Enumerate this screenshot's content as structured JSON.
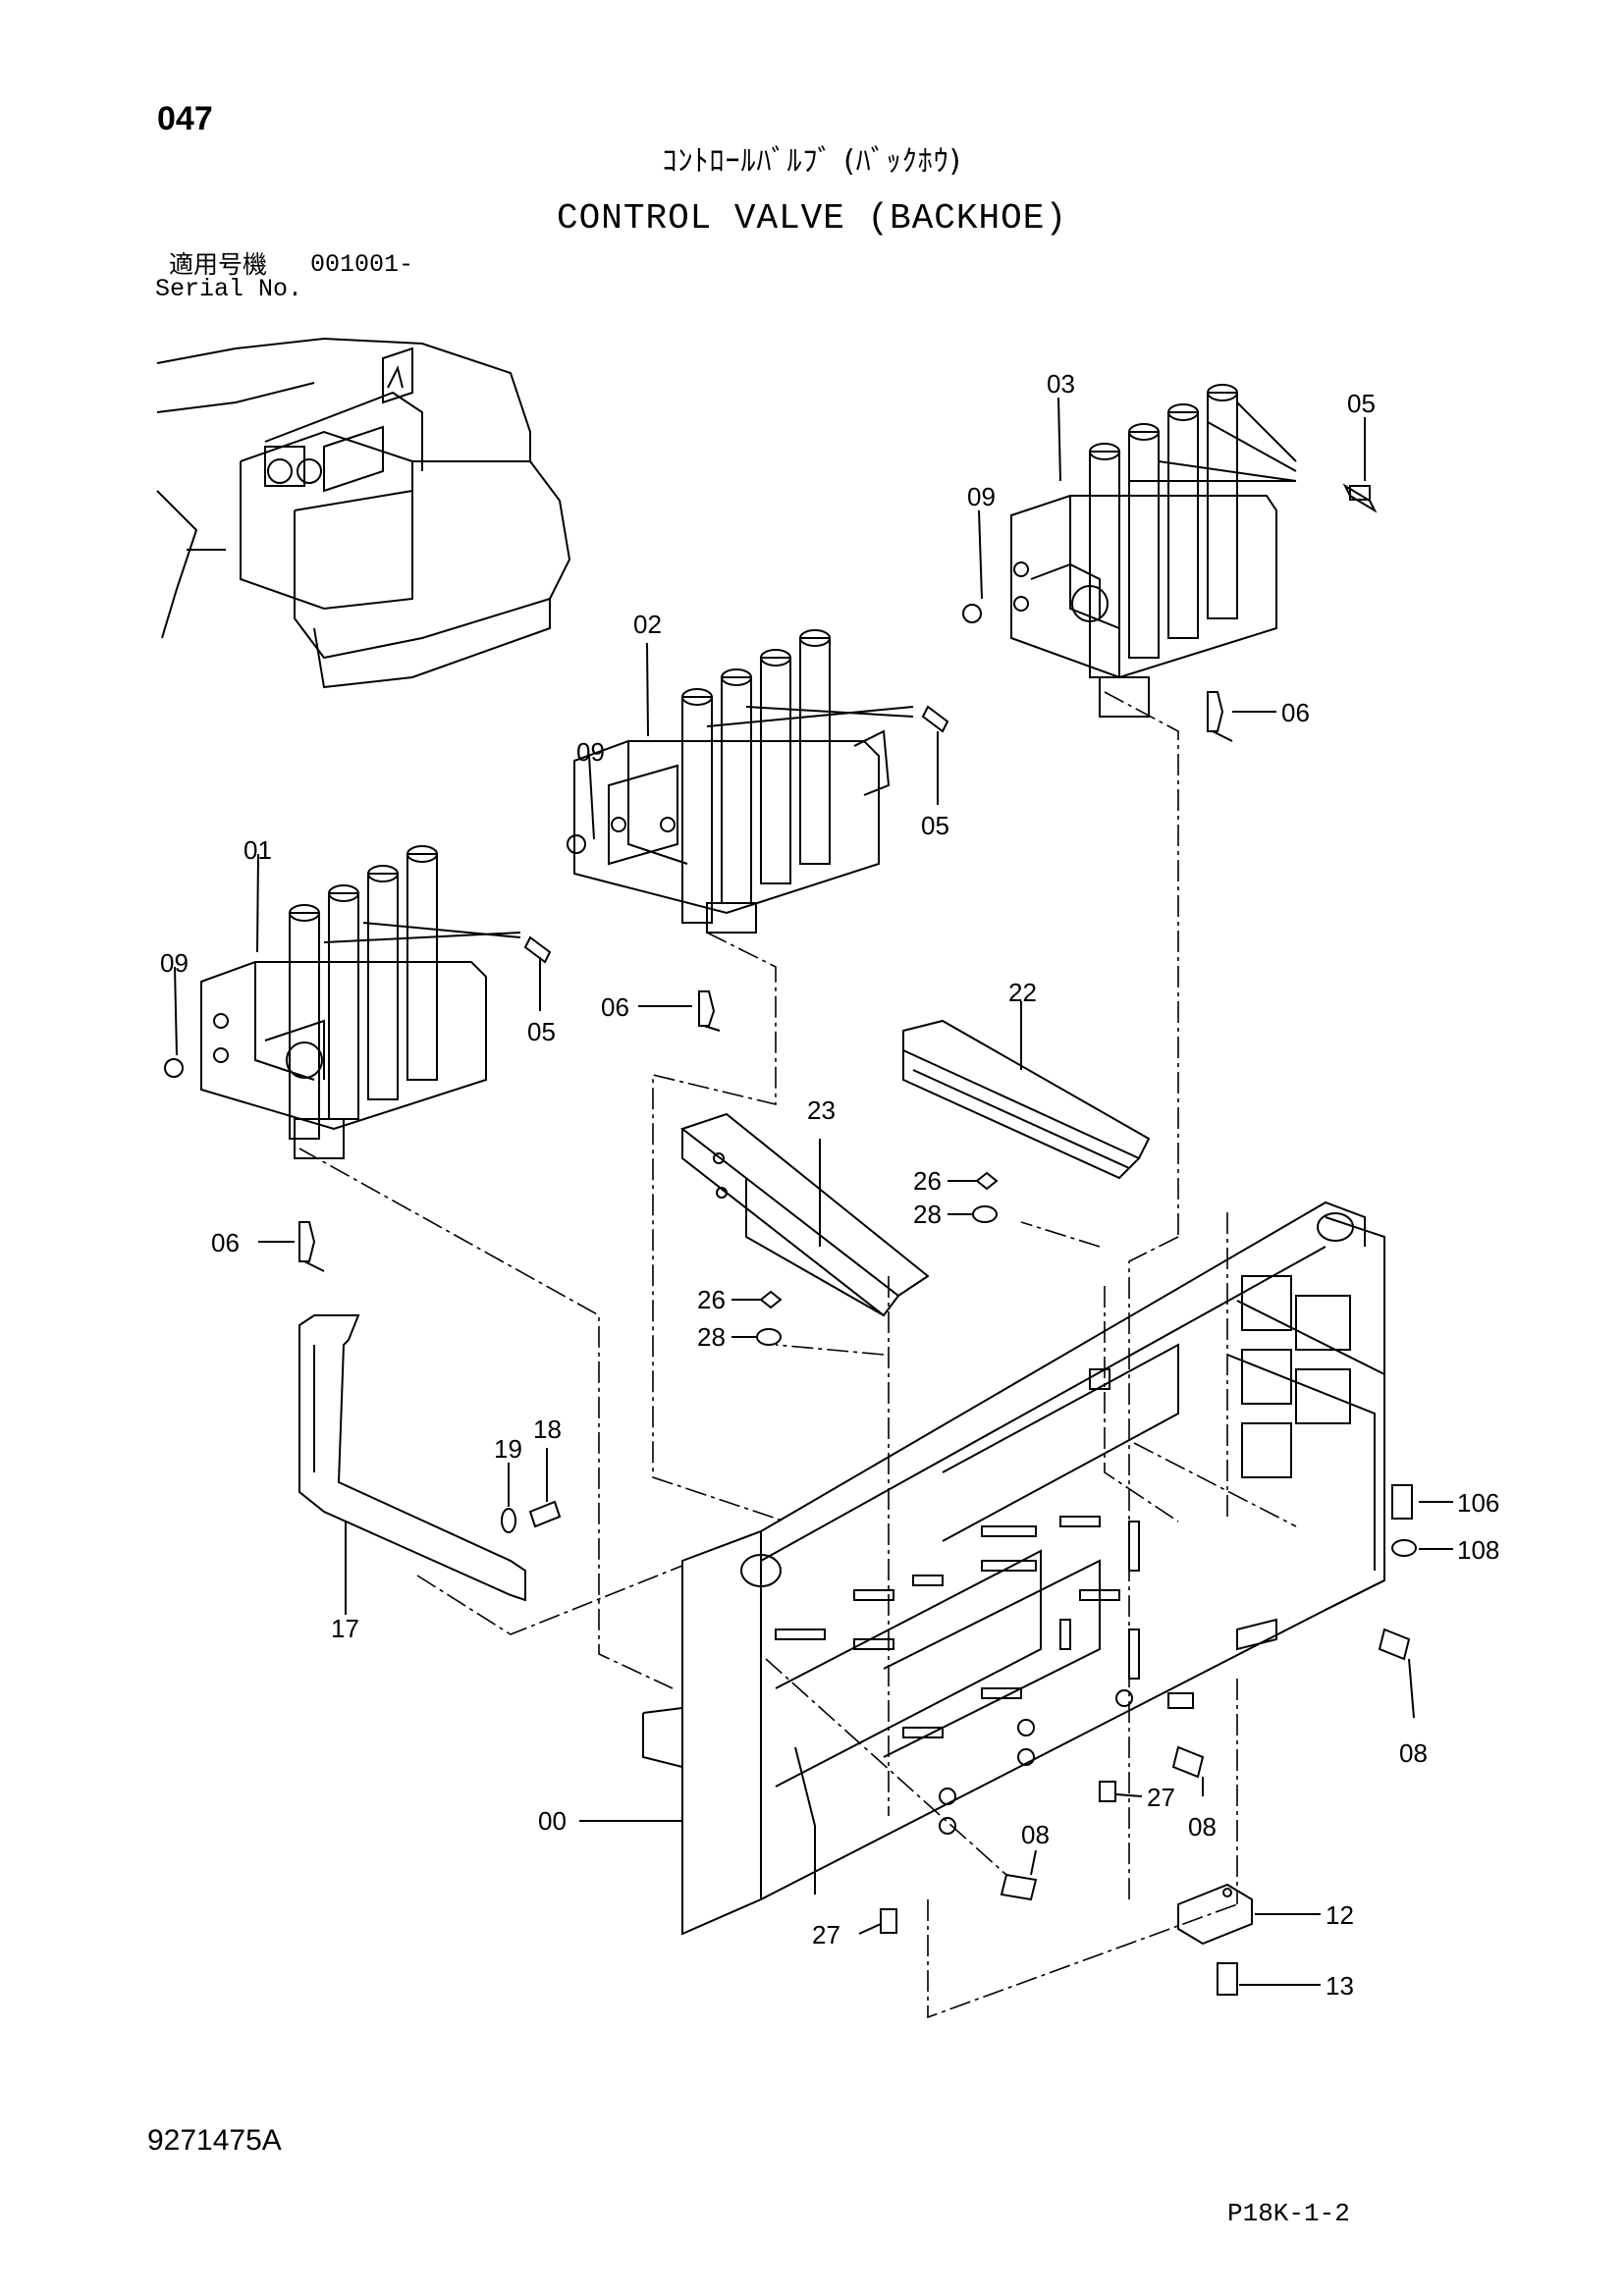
{
  "header": {
    "page_number": "047",
    "title_jp": "ｺﾝﾄﾛｰﾙﾊﾞﾙﾌﾞ (ﾊﾞｯｸﾎｳ)",
    "title_en": "CONTROL VALVE (BACKHOE)",
    "serial_label_jp": "適用号機",
    "serial_value": "001001-",
    "serial_label_en": "Serial No."
  },
  "callouts": {
    "c00": "00",
    "c01": "01",
    "c02": "02",
    "c03": "03",
    "c05a": "05",
    "c05b": "05",
    "c05c": "05",
    "c06a": "06",
    "c06b": "06",
    "c06c": "06",
    "c08a": "08",
    "c08b": "08",
    "c08c": "08",
    "c09a": "09",
    "c09b": "09",
    "c09c": "09",
    "c12": "12",
    "c13": "13",
    "c17": "17",
    "c18": "18",
    "c19": "19",
    "c22": "22",
    "c23": "23",
    "c26a": "26",
    "c26b": "26",
    "c27a": "27",
    "c27b": "27",
    "c28a": "28",
    "c28b": "28",
    "c106": "106",
    "c108": "108"
  },
  "footer": {
    "drawing_number": "9271475A",
    "page_ref": "P18K-1-2"
  }
}
